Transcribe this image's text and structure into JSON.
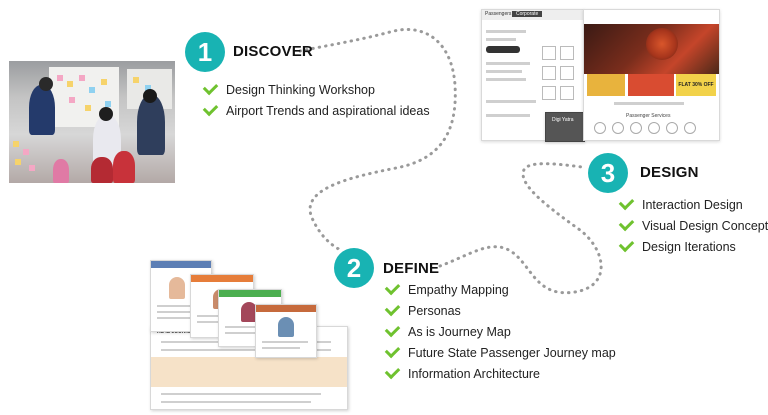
{
  "steps": [
    {
      "number": "1",
      "title": "DISCOVER",
      "items": [
        "Design Thinking Workshop",
        "Airport Trends and aspirational ideas"
      ]
    },
    {
      "number": "2",
      "title": "DEFINE",
      "items": [
        "Empathy Mapping",
        "Personas",
        "As is Journey Map",
        "Future State Passenger Journey map",
        "Information Architecture"
      ]
    },
    {
      "number": "3",
      "title": "DESIGN",
      "items": [
        "Interaction Design",
        "Visual Design Concepts",
        "Design Iterations"
      ]
    }
  ],
  "colors": {
    "badge": "#18b3b3",
    "check": "#6fc22f",
    "path": "#9a9a9a"
  },
  "mockups": {
    "app_tabs": [
      "Passengers",
      "Corporate"
    ],
    "app_tile_label": "Digi Yatra",
    "web_section_label": "Passenger Services",
    "web_offer_label": "FLAT 30% OFF",
    "doc_section_label": "AS IS JOURNEY MAP"
  }
}
